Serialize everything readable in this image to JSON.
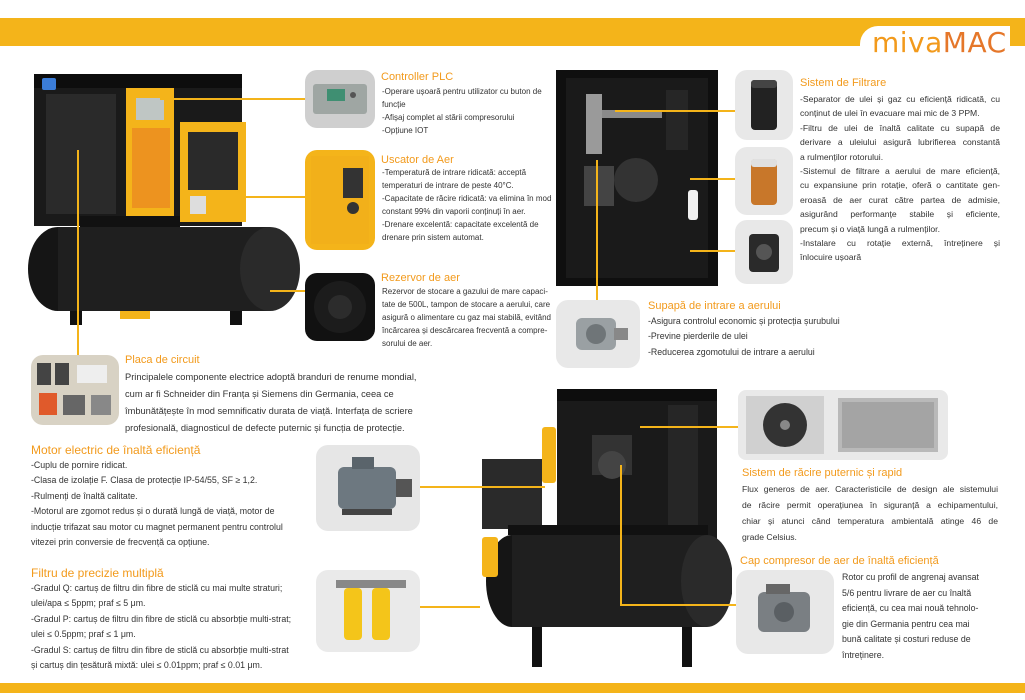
{
  "brand": {
    "part1": "miva",
    "part2": "MAC"
  },
  "colors": {
    "accent": "#f4b41a",
    "title": "#f29a1c",
    "machine": "#1a1a1a",
    "tank": "#1f1f1f"
  },
  "sections": {
    "controller": {
      "title": "Controller PLC",
      "lines": [
        "-Operare ușoară pentru utilizator cu buton de",
        "funcție",
        "-Afișaj complet al stării compresorului",
        "-Opțiune IOT"
      ]
    },
    "dryer": {
      "title": "Uscator de Aer",
      "lines": [
        "-Temperatură de intrare ridicată: acceptă",
        "temperaturi de intrare de peste 40°C.",
        "-Capacitate de răcire ridicată: va elimina în mod",
        "constant 99% din vaporii conținuți în aer.",
        "-Drenare excelentă: capacitate excelentă de",
        "drenare prin sistem automat."
      ]
    },
    "tank": {
      "title": "Rezervor de aer",
      "lines": [
        "Rezervor de stocare a gazului de mare capaci-",
        "tate de 500L, tampon de stocare a aerului, care",
        "asigură o alimentare cu gaz mai stabilă, evitând",
        "încărcarea și descărcarea frecventă a compre-",
        "sorului de aer."
      ]
    },
    "circuit": {
      "title": "Placa de circuit",
      "lines": [
        "Principalele componente electrice adoptă branduri de renume mondial,",
        "cum ar fi Schneider din Franța și Siemens din Germania, ceea ce",
        "îmbunătățește în mod semnificativ durata de viață. Interfața de scriere",
        "profesională, diagnosticul de defecte puternic și funcția de protecție."
      ]
    },
    "motor": {
      "title": "Motor electric de înaltă eficiență",
      "lines": [
        "-Cuplu de pornire ridicat.",
        "-Clasa de izolație F. Clasa de protecție IP-54/55, SF ≥ 1,2.",
        "-Rulmenți de înaltă calitate.",
        "-Motorul are zgomot redus și o durată lungă de viață, motor de",
        "inducție trifazat sau motor cu magnet permanent pentru controlul",
        "vitezei prin conversie de frecvență ca opțiune."
      ]
    },
    "filter": {
      "title": "Filtru de precizie multiplă",
      "lines": [
        "-Gradul Q: cartuș de filtru din fibre de sticlă cu mai multe straturi;",
        "ulei/apa ≤ 5ppm; praf ≤ 5 μm.",
        "-Gradul P: cartuș de filtru din fibre de sticlă cu absorbție multi-strat;",
        "ulei ≤ 0.5ppm; praf ≤ 1 μm.",
        "-Gradul S: cartuș de filtru din fibre de sticlă cu absorbție multi-strat",
        "și cartuș din țesătură mixtă: ulei ≤ 0.01ppm; praf ≤ 0.01 μm."
      ]
    },
    "filtration": {
      "title": "Sistem de Filtrare",
      "lines": [
        "-Separator de ulei și gaz cu eficiență ridicată, cu",
        "conținut de ulei în evacuare mai mic de 3 PPM.",
        "-Filtru de ulei de înaltă calitate cu supapă de",
        "derivare a uleiului asigură lubrifierea constantă",
        "a rulmenților rotorului.",
        "-Sistemul de filtrare a aerului de mare eficiență,",
        "cu expansiune prin rotație, oferă o cantitate gen-",
        "eroasă de aer curat către partea de admisie,",
        "asigurând performanțe stabile și eficiente,",
        "precum și o viață lungă a rulmenților.",
        "-Instalare cu rotație externă, întreținere și",
        "înlocuire ușoară"
      ]
    },
    "valve": {
      "title": "Supapă de intrare a aerului",
      "lines": [
        "-Asigura controlul economic și protecția șurubului",
        "-Previne pierderile de ulei",
        "-Reducerea zgomotului de intrare a aerului"
      ]
    },
    "cooling": {
      "title": "Sistem de răcire puternic și rapid",
      "lines": [
        "Flux generos de aer. Caracteristicile de design ale sistemului",
        "de răcire permit operațiunea în siguranță a echipamentului,",
        "chiar și atunci când temperatura ambientală atinge 46 de",
        "grade Celsius."
      ]
    },
    "airend": {
      "title": "Cap compresor de aer de înaltă eficiență",
      "lines": [
        "Rotor cu profil de angrenaj avansat",
        "5/6 pentru livrare de aer cu înaltă",
        "eficiență, cu cea mai nouă tehnolo-",
        "gie din Germania pentru cea mai",
        "bună calitate și costuri reduse de",
        "întreținere."
      ]
    }
  }
}
